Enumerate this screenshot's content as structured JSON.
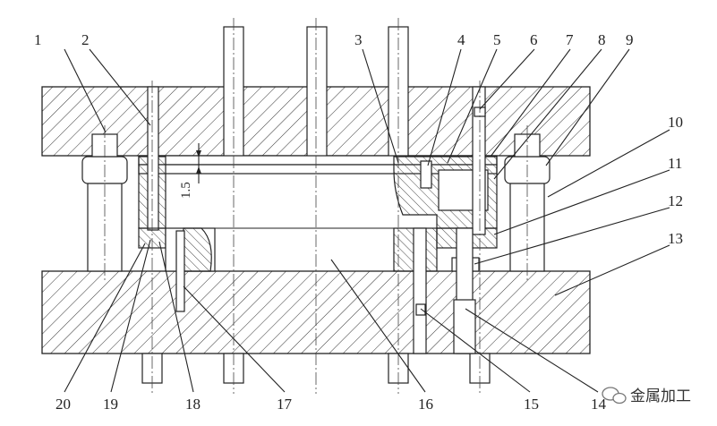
{
  "callouts": [
    "1",
    "2",
    "3",
    "4",
    "5",
    "6",
    "7",
    "8",
    "9",
    "10",
    "11",
    "12",
    "13",
    "14",
    "15",
    "16",
    "17",
    "18",
    "19",
    "20"
  ],
  "dimension": {
    "value": "1.5"
  },
  "watermark": {
    "text": "金属加工",
    "icon": "wechat-icon"
  }
}
